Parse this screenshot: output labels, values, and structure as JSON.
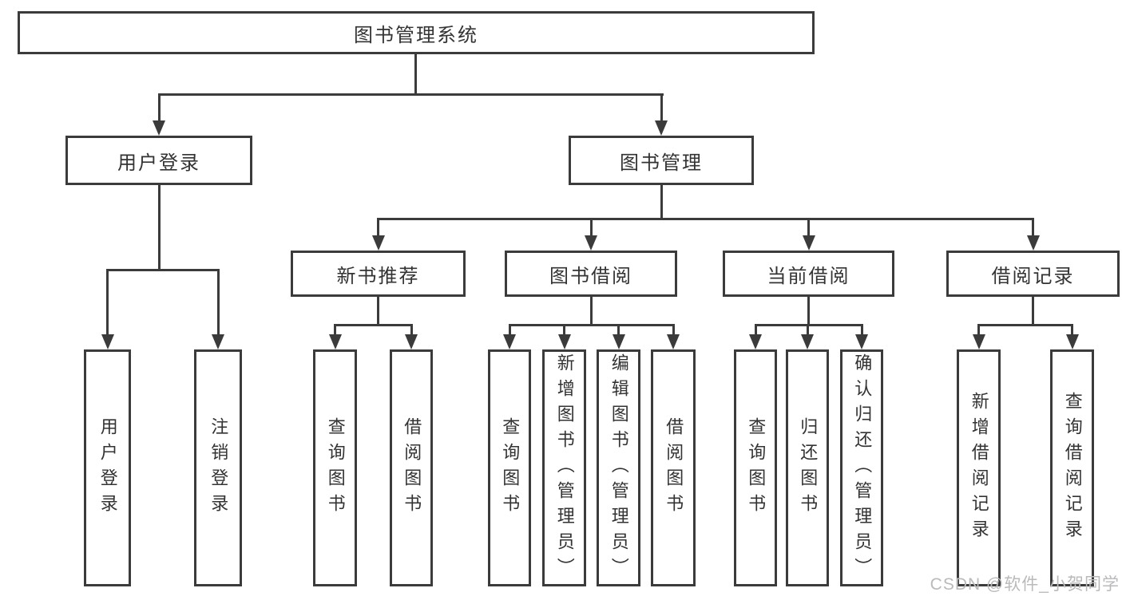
{
  "diagram_title": "图书管理系统",
  "tree": {
    "label": "图书管理系统",
    "children": [
      {
        "label": "用户登录",
        "children": [
          {
            "label": "用户登录"
          },
          {
            "label": "注销登录"
          }
        ]
      },
      {
        "label": "图书管理",
        "children": [
          {
            "label": "新书推荐",
            "children": [
              {
                "label": "查询图书"
              },
              {
                "label": "借阅图书"
              }
            ]
          },
          {
            "label": "图书借阅",
            "children": [
              {
                "label": "查询图书"
              },
              {
                "label": "新增图书（管理员）"
              },
              {
                "label": "编辑图书（管理员）"
              },
              {
                "label": "借阅图书"
              }
            ]
          },
          {
            "label": "当前借阅",
            "children": [
              {
                "label": "查询图书"
              },
              {
                "label": "归还图书"
              },
              {
                "label": "确认归还（管理员）"
              }
            ]
          },
          {
            "label": "借阅记录",
            "children": [
              {
                "label": "新增借阅记录"
              },
              {
                "label": "查询借阅记录"
              }
            ]
          }
        ]
      }
    ]
  },
  "watermark": "CSDN @软件_小贺同学",
  "colors": {
    "line": "#3b3b3b",
    "text": "#333333",
    "watermark": "#b9babc",
    "background": "#ffffff"
  }
}
